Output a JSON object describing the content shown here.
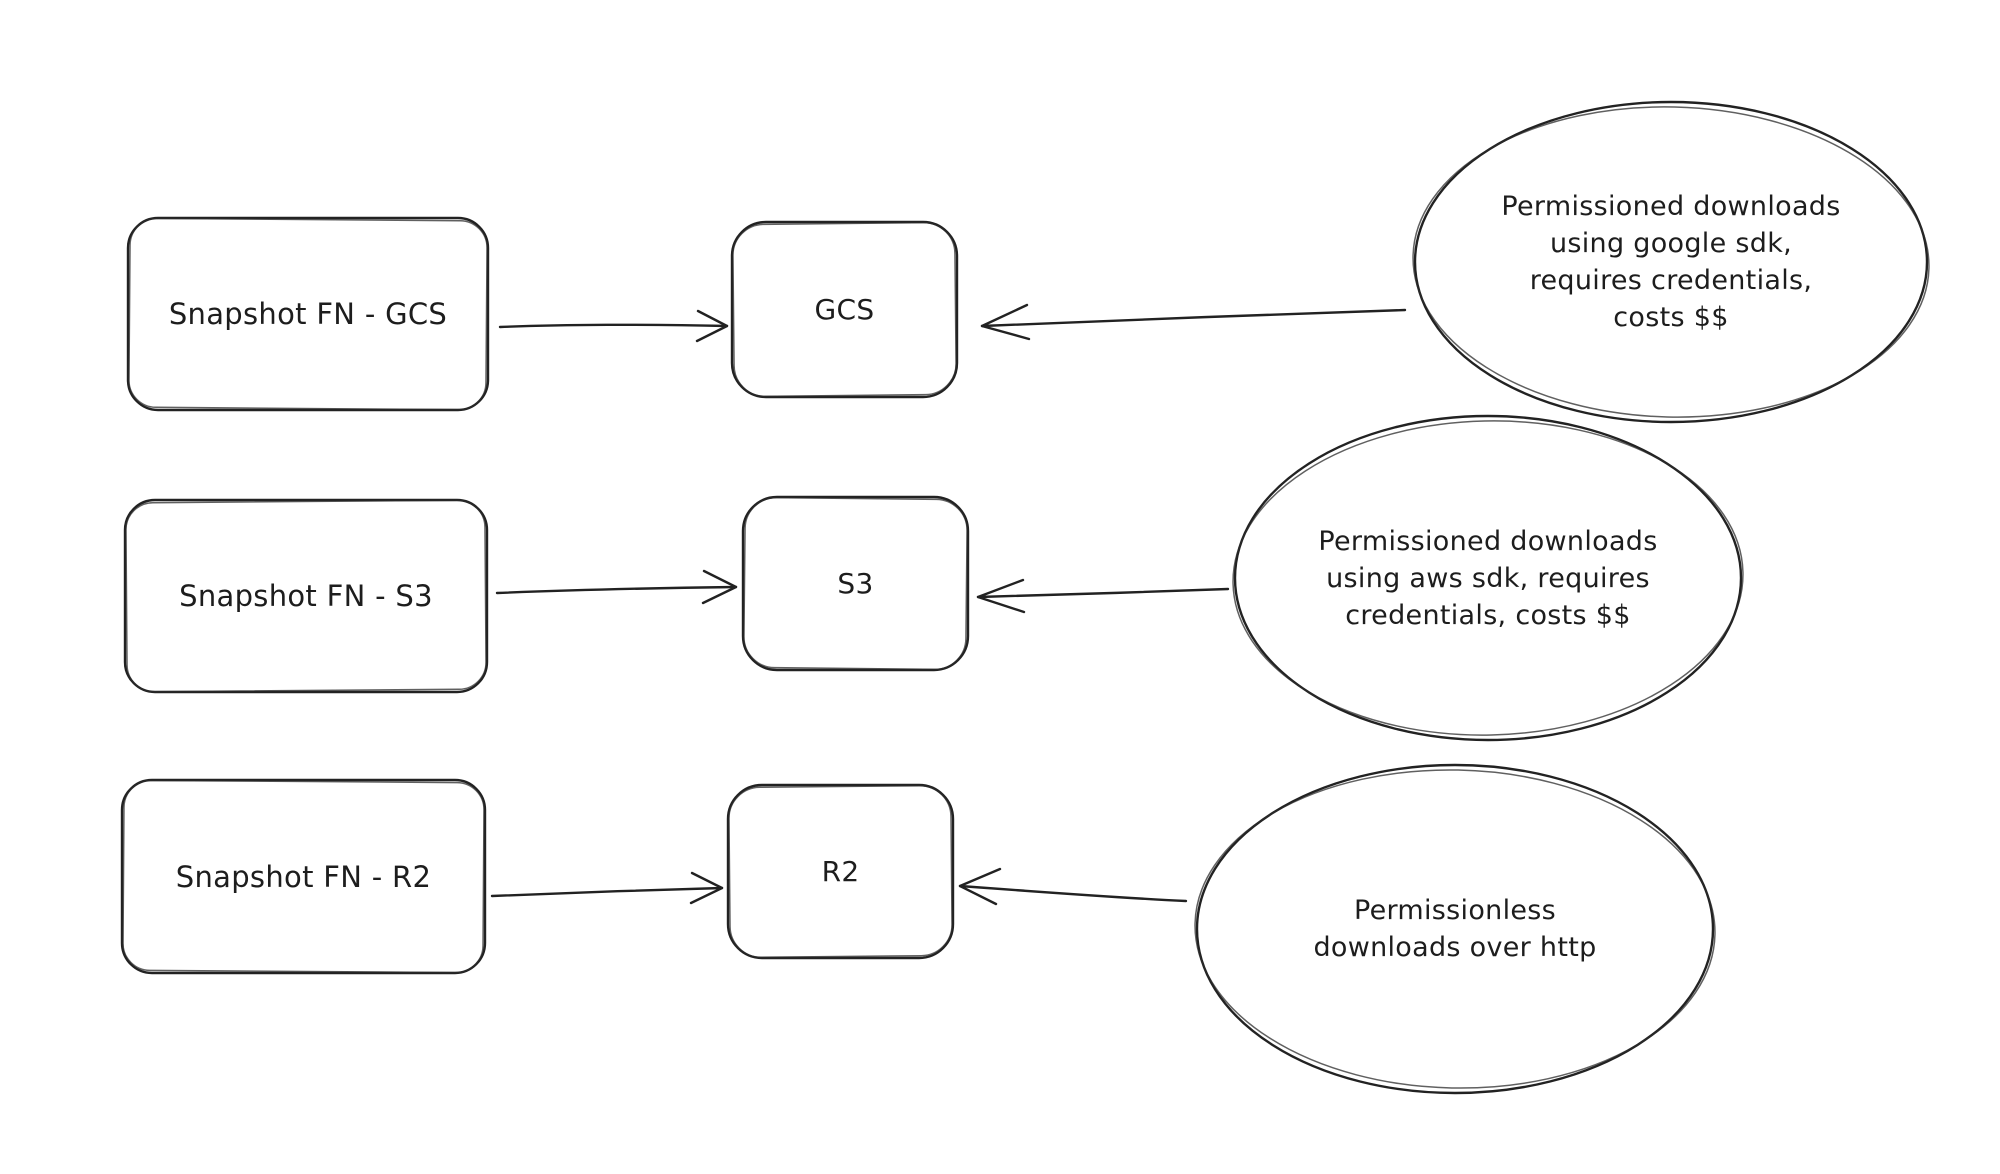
{
  "canvas": {
    "background_color": "#ffffff",
    "stroke_color": "#222222",
    "text_color": "#1d1d1d"
  },
  "rows": [
    {
      "source_label": "Snapshot FN - GCS",
      "target_label": "GCS",
      "note_lines": [
        "Permissioned downloads",
        "using google sdk,",
        "requires credentials,",
        "costs $$"
      ]
    },
    {
      "source_label": "Snapshot FN - S3",
      "target_label": "S3",
      "note_lines": [
        "Permissioned downloads",
        "using aws sdk, requires",
        "credentials, costs $$"
      ]
    },
    {
      "source_label": "Snapshot FN - R2",
      "target_label": "R2",
      "note_lines": [
        "Permissionless",
        "downloads over http"
      ]
    }
  ]
}
